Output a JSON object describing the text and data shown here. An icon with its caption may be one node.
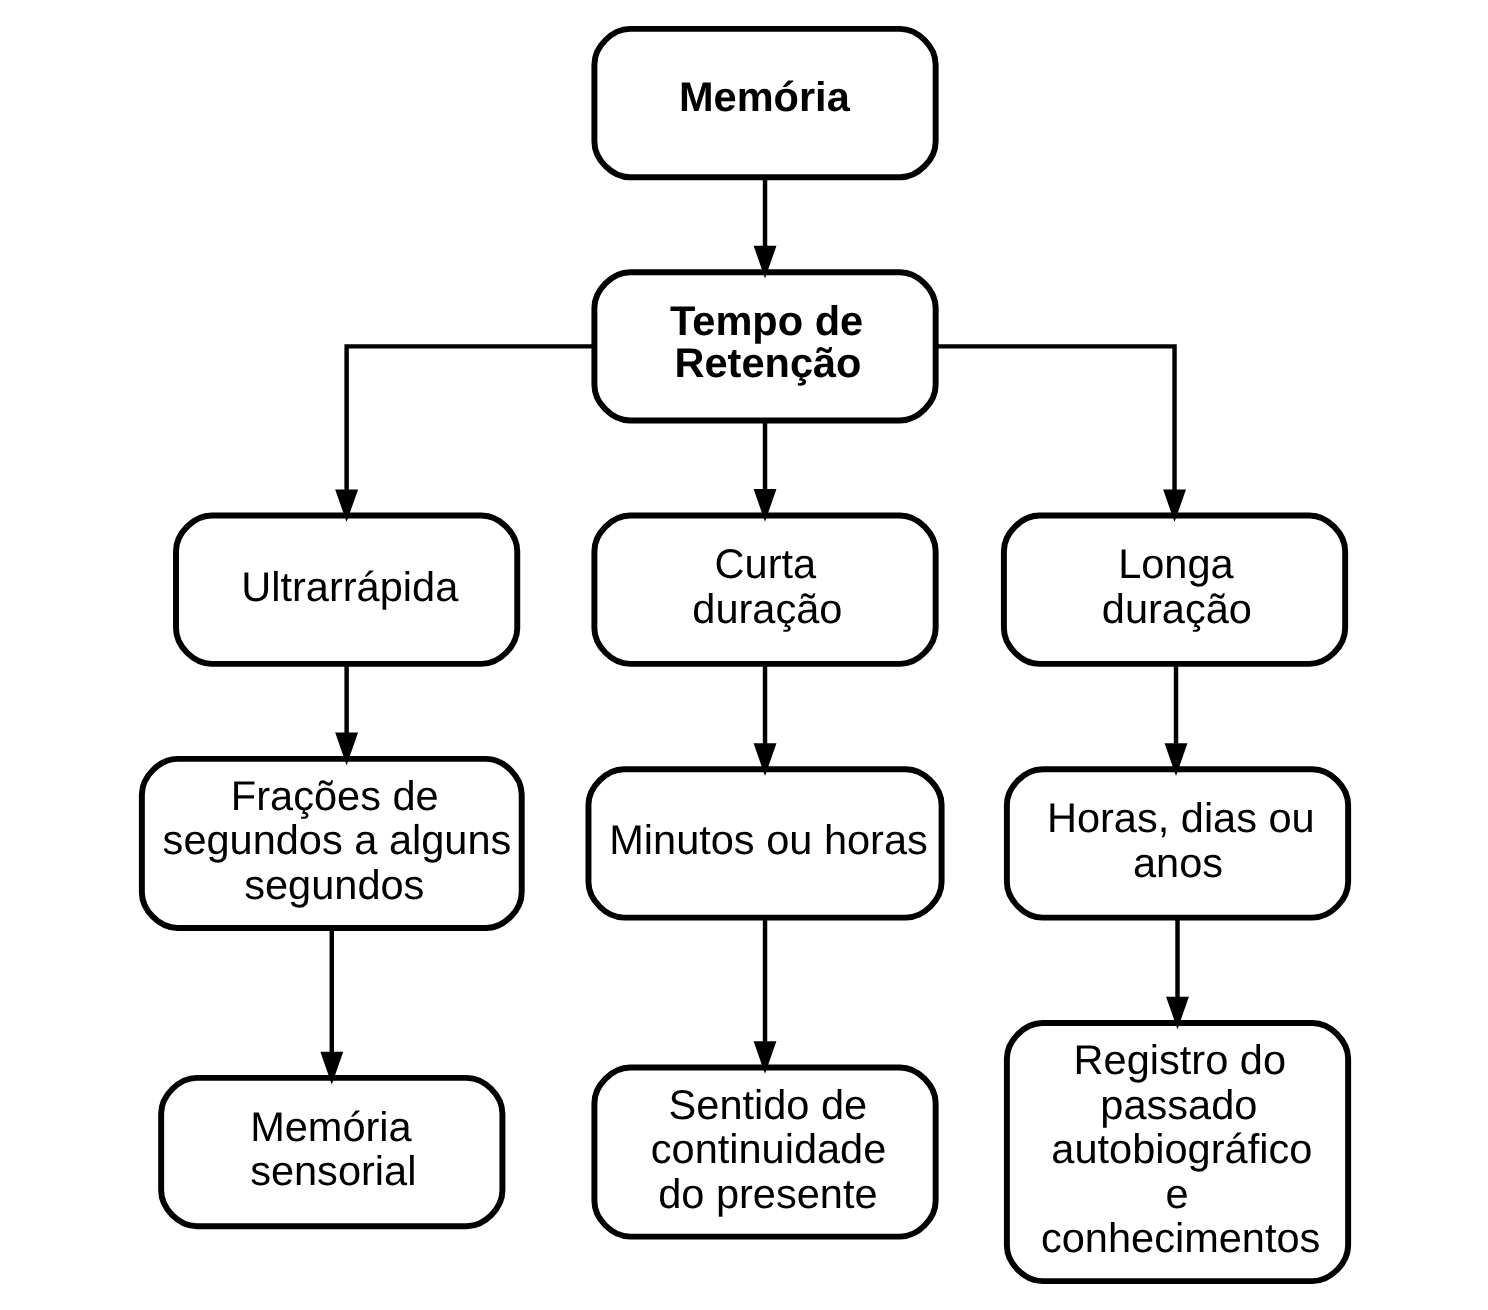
{
  "diagram": {
    "nodes": [
      {
        "text": [
          "Memória"
        ]
      },
      {
        "text": [
          "Tempo de Retenção"
        ]
      },
      {
        "text": [
          "Ultrarrápida"
        ]
      },
      {
        "text": [
          "Curta duração"
        ]
      },
      {
        "text": [
          "Longa duração"
        ]
      },
      {
        "text": [
          "Frações de segundos a alguns segundos"
        ]
      },
      {
        "text": [
          "Minutos ou horas"
        ]
      },
      {
        "text": [
          "Horas, dias ou anos"
        ]
      },
      {
        "text": [
          "Memória sensorial"
        ]
      },
      {
        "text": [
          "Sentido de continuidade do presente"
        ]
      },
      {
        "text": [
          "Registro do passado autobiográfico e conhecimentos"
        ]
      }
    ],
    "edges": [
      {
        "from": 0,
        "to": 1,
        "arrow": "to"
      },
      {
        "from": 1,
        "to": 2,
        "arrow": "to"
      },
      {
        "from": 1,
        "to": 3,
        "arrow": "to"
      },
      {
        "from": 1,
        "to": 4,
        "arrow": "to"
      },
      {
        "from": 2,
        "to": 5,
        "arrow": "to"
      },
      {
        "from": 3,
        "to": 6,
        "arrow": "to"
      },
      {
        "from": 4,
        "to": 7,
        "arrow": "to"
      },
      {
        "from": 5,
        "to": 8,
        "arrow": "to"
      },
      {
        "from": 6,
        "to": 9,
        "arrow": "to"
      },
      {
        "from": 7,
        "to": 10,
        "arrow": "to"
      }
    ]
  }
}
